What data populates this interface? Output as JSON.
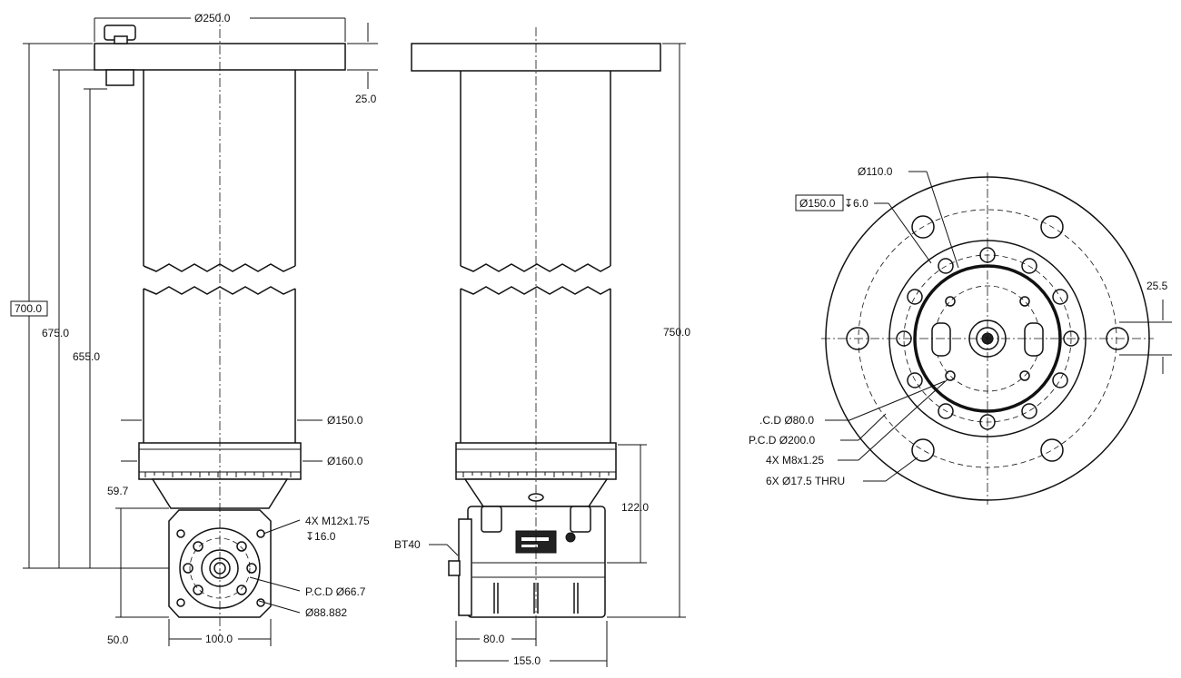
{
  "views": {
    "front": {
      "flange_diameter": "Ø250.0",
      "flange_thickness": "25.0",
      "overall_length": "700.0",
      "length_2": "675.0",
      "length_3": "655.0",
      "tube_diameter": "Ø150.0",
      "collar_diameter": "Ø160.0",
      "head_offset": "59.7",
      "tap_spec": "4X M12x1.75",
      "tap_depth": "↧16.0",
      "pcd": "P.C.D Ø66.7",
      "pilot_diameter": "Ø88.882",
      "head_height": "50.0",
      "head_width": "100.0"
    },
    "side": {
      "overall_length": "750.0",
      "head_height": "122.0",
      "spindle": "BT40",
      "spindle_offset": "80.0",
      "head_width": "155.0"
    },
    "top": {
      "bolt_circle_inner": "Ø110.0",
      "spigot": "Ø150.0",
      "spigot_depth": "↧6.0",
      "offset": "25.5",
      "pcd_80": ".C.D Ø80.0",
      "pcd_200": "P.C.D Ø200.0",
      "tap_spec": "4X M8x1.25",
      "thru_holes": "6X Ø17.5 THRU"
    }
  }
}
